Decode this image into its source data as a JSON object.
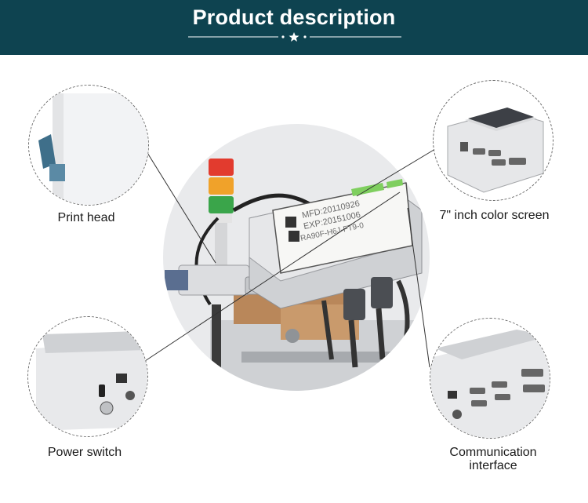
{
  "banner": {
    "title": "Product description",
    "background_color": "#0e4350",
    "decoration": "line-dots-star-divider"
  },
  "callouts": [
    {
      "label": "Print head"
    },
    {
      "label": "7\" inch color screen"
    },
    {
      "label": "Power switch"
    },
    {
      "label": "Communication interface",
      "line1": "Communication",
      "line2": "interface"
    }
  ],
  "device_screen": {
    "line1": "MFD:20110926",
    "line2": "EXP:20151006",
    "line3": "RA90F-H6J-FT9-0"
  },
  "stack_light_colors": [
    "#e23b2e",
    "#f0a22a",
    "#3aa54a"
  ]
}
